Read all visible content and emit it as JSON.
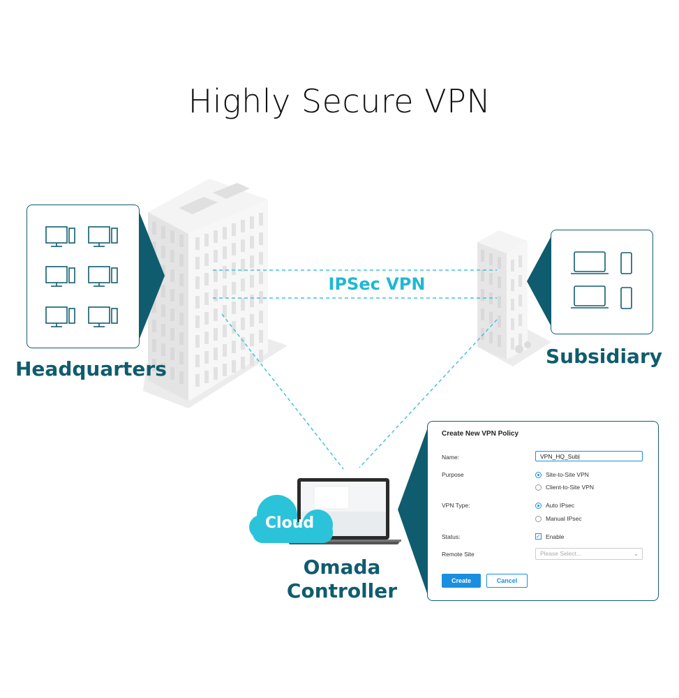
{
  "title": "Highly Secure VPN",
  "tunnel_label": "IPSec VPN",
  "headquarters": {
    "label": "Headquarters",
    "devices": [
      "desktop-icon",
      "desktop-icon",
      "desktop-icon",
      "desktop-icon",
      "desktop-icon",
      "desktop-icon"
    ]
  },
  "subsidiary": {
    "label": "Subsidiary",
    "devices": [
      "laptop-icon",
      "phone-icon",
      "laptop-icon",
      "phone-icon"
    ]
  },
  "controller": {
    "cloud_label": "Cloud",
    "label_line1": "Omada",
    "label_line2": "Controller"
  },
  "dialog": {
    "title": "Create New VPN Policy",
    "name_label": "Name:",
    "name_value": "VPN_HQ_Sub|",
    "purpose_label": "Purpose",
    "purpose_options": [
      "Site-to-Site VPN",
      "Client-to-Site VPN"
    ],
    "purpose_selected": "Site-to-Site VPN",
    "vpn_type_label": "VPN Type:",
    "vpn_type_options": [
      "Auto IPsec",
      "Manual IPsec"
    ],
    "vpn_type_selected": "Auto IPsec",
    "status_label": "Status:",
    "status_option": "Enable",
    "status_checked": true,
    "remote_site_label": "Remote Site",
    "remote_site_placeholder": "Please Select...",
    "create_label": "Create",
    "cancel_label": "Cancel"
  },
  "colors": {
    "teal": "#0f5c6e",
    "accent": "#1fb8d4",
    "button_blue": "#1a8fe0"
  }
}
